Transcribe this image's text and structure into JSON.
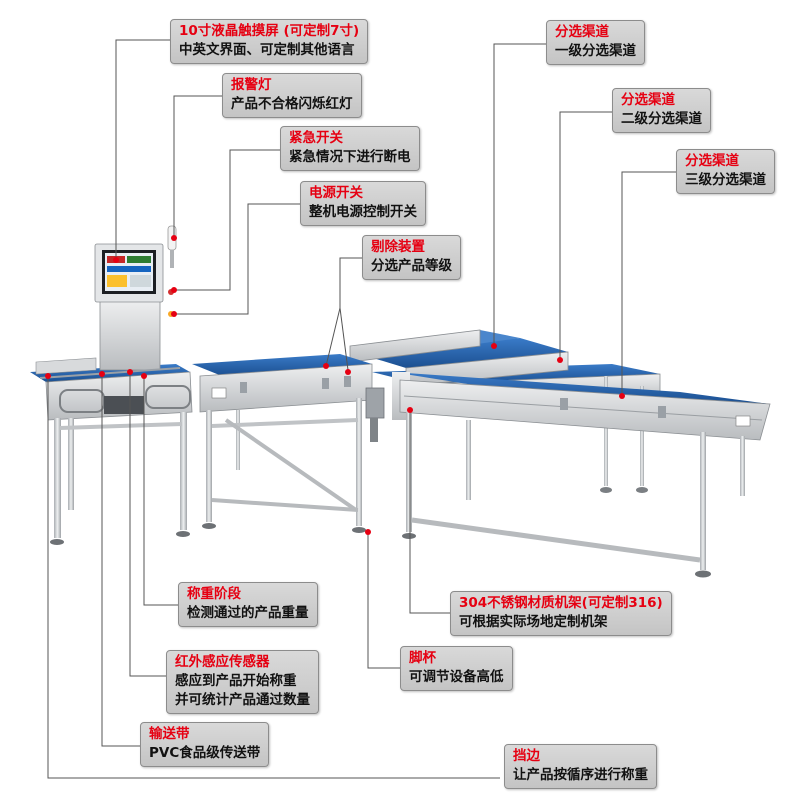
{
  "callouts": [
    {
      "id": "screen",
      "title": "10寸液晶触摸屏 (可定制7寸)",
      "lines": [
        "中英文界面、可定制其他语言"
      ]
    },
    {
      "id": "alarm",
      "title": "报警灯",
      "lines": [
        "产品不合格闪烁红灯"
      ]
    },
    {
      "id": "estop",
      "title": "紧急开关",
      "lines": [
        "紧急情况下进行断电"
      ]
    },
    {
      "id": "power",
      "title": "电源开关",
      "lines": [
        "整机电源控制开关"
      ]
    },
    {
      "id": "reject",
      "title": "剔除装置",
      "lines": [
        "分选产品等级"
      ]
    },
    {
      "id": "sort1",
      "title": "分选渠道",
      "lines": [
        "一级分选渠道"
      ]
    },
    {
      "id": "sort2",
      "title": "分选渠道",
      "lines": [
        "二级分选渠道"
      ]
    },
    {
      "id": "sort3",
      "title": "分选渠道",
      "lines": [
        "三级分选渠道"
      ]
    },
    {
      "id": "weigh",
      "title": "称重阶段",
      "lines": [
        "检测通过的产品重量"
      ]
    },
    {
      "id": "frame",
      "title": "304不锈钢材质机架(可定制316)",
      "lines": [
        "可根据实际场地定制机架"
      ]
    },
    {
      "id": "feet",
      "title": "脚杯",
      "lines": [
        "可调节设备高低"
      ]
    },
    {
      "id": "sensor",
      "title": "红外感应传感器",
      "lines": [
        "感应到产品开始称重",
        "并可统计产品通过数量"
      ]
    },
    {
      "id": "belt",
      "title": "输送带",
      "lines": [
        "PVC食品级传送带"
      ]
    },
    {
      "id": "guide",
      "title": "挡边",
      "lines": [
        "让产品按循序进行称重"
      ]
    }
  ],
  "colors": {
    "title": "#e60012",
    "text": "#111111",
    "box": "#cfcfcf",
    "belt": "#1f5fa8",
    "steel": "#d6d8da",
    "leader": "#555555"
  }
}
